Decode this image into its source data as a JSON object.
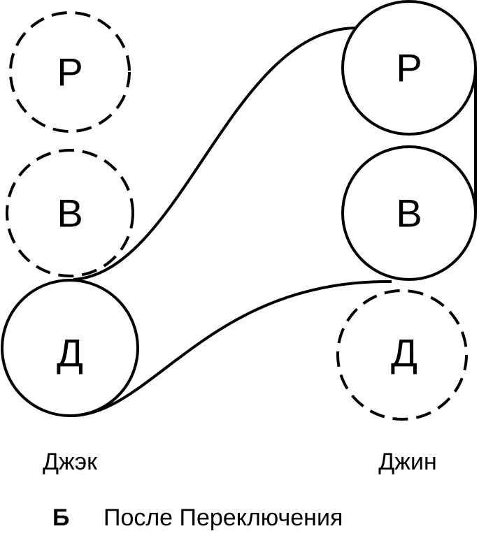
{
  "diagram": {
    "left_person": {
      "name": "Джэк",
      "states": [
        {
          "label": "Р",
          "active": false
        },
        {
          "label": "В",
          "active": false
        },
        {
          "label": "Д",
          "active": true
        }
      ]
    },
    "right_person": {
      "name": "Джин",
      "states": [
        {
          "label": "Р",
          "active": true
        },
        {
          "label": "В",
          "active": true
        },
        {
          "label": "Д",
          "active": false
        }
      ]
    },
    "caption": {
      "letter": "Б",
      "text": "После Переключения"
    },
    "colors": {
      "stroke": "#000000",
      "background": "#ffffff"
    }
  }
}
